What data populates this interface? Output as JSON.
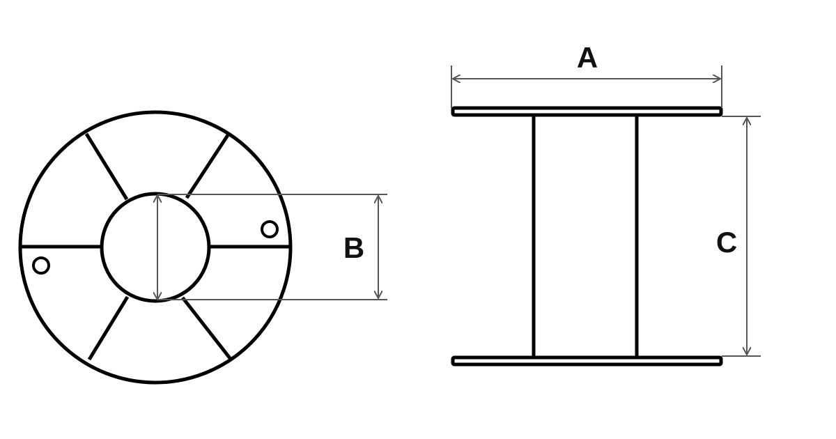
{
  "labels": {
    "a": "A",
    "b": "B",
    "c": "C"
  },
  "colors": {
    "outline": "#000000",
    "dimension": "#555555"
  }
}
